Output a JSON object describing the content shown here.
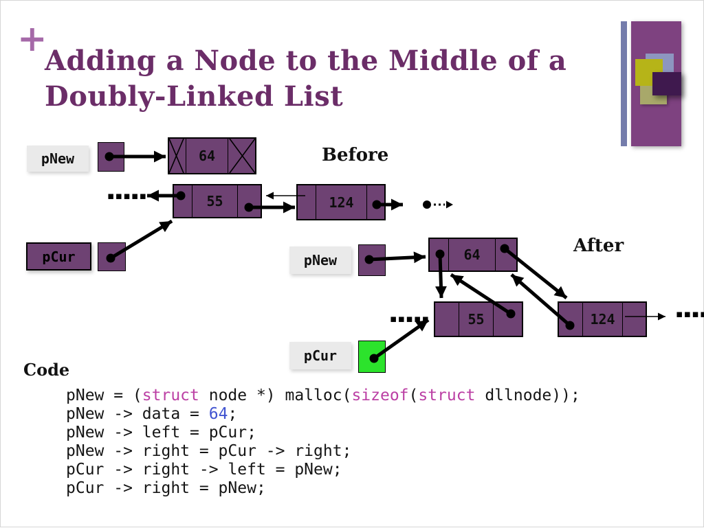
{
  "slide": {
    "plus": "+",
    "title_line1": "Adding a Node to the Middle of a",
    "title_line2": "Doubly-Linked List"
  },
  "diagram_before": {
    "caption": "Before",
    "pnew_label": "pNew",
    "pcur_label": "pCur",
    "new_node_value": "64",
    "left_node_value": "55",
    "right_node_value": "124",
    "ellipsis": "▪▪▪▪▪"
  },
  "diagram_after": {
    "caption": "After",
    "pnew_label": "pNew",
    "pcur_label": "pCur",
    "new_node_value": "64",
    "left_node_value": "55",
    "right_node_value": "124",
    "ellipsis_left": "▪▪▪▪▪",
    "ellipsis_right": "▪▪▪▪▪"
  },
  "code": {
    "heading": "Code",
    "lines": [
      [
        {
          "t": "pNew = ("
        },
        {
          "t": "struct",
          "c": "kw"
        },
        {
          "t": " node *) malloc("
        },
        {
          "t": "sizeof",
          "c": "kw"
        },
        {
          "t": "("
        },
        {
          "t": "struct",
          "c": "kw"
        },
        {
          "t": " dllnode));"
        }
      ],
      [
        {
          "t": "pNew -> data = "
        },
        {
          "t": "64",
          "c": "num"
        },
        {
          "t": ";"
        }
      ],
      [
        {
          "t": "pNew -> left = pCur;"
        }
      ],
      [
        {
          "t": "pNew -> right = pCur -> right;"
        }
      ],
      [
        {
          "t": "pCur -> right -> left = pNew;"
        }
      ],
      [
        {
          "t": "pCur -> right = pNew;"
        }
      ]
    ]
  },
  "colors": {
    "title": "#6b2d68",
    "plus_accent": "#a569a8",
    "node_fill": "#6e4273",
    "pcur_after_fill": "#2ce32c",
    "label_background": "#eaeaea",
    "code_keyword": "#bb3fa4",
    "code_number": "#4053d0"
  }
}
